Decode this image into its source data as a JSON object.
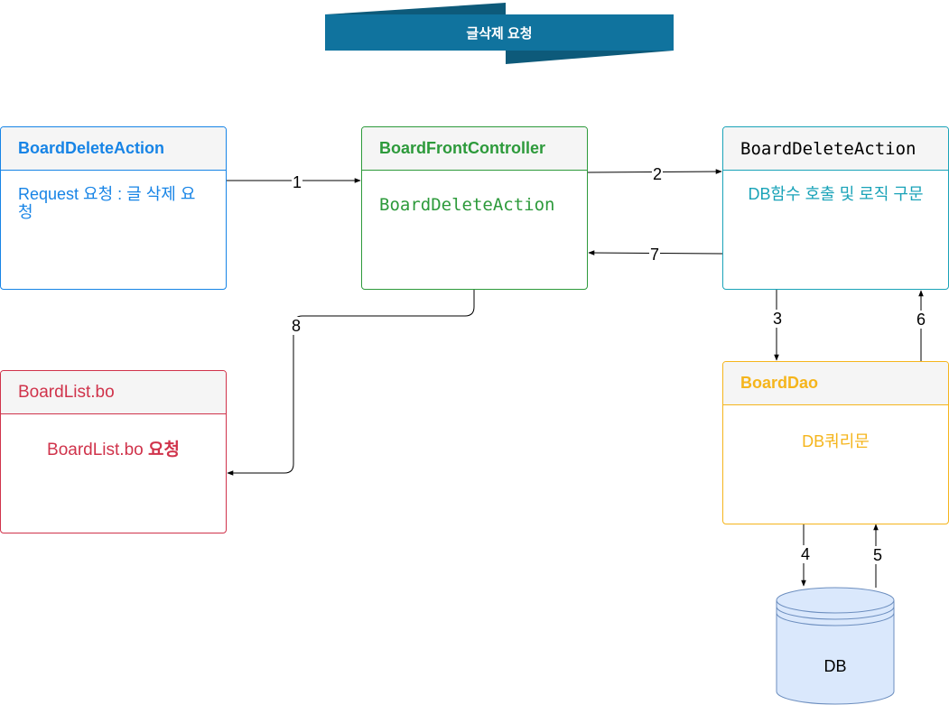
{
  "title": {
    "text": "글삭제 요청",
    "color": "#10739e"
  },
  "nodes": {
    "client": {
      "header": "BoardDeleteAction",
      "body": "Request 요청 : 글 삭제 요청",
      "color": "#1784e6"
    },
    "controller": {
      "header": "BoardFrontController",
      "body": "BoardDeleteAction",
      "color": "#2d9a3b"
    },
    "action": {
      "header": "BoardDeleteAction",
      "body": "DB함수 호출 및 로직 구문",
      "color": "#1aa3b8",
      "header_color": "#000000"
    },
    "list": {
      "header": "BoardList.bo",
      "body_main": "BoardList.bo ",
      "body_bold": "요청",
      "color": "#d0334b"
    },
    "dao": {
      "header": "BoardDao",
      "body": "DB쿼리문",
      "color": "#f5b51c"
    },
    "db": {
      "label": "DB",
      "fill": "#dae8fc",
      "stroke": "#6c8ebf"
    }
  },
  "edges": {
    "e1": "1",
    "e2": "2",
    "e3": "3",
    "e4": "4",
    "e5": "5",
    "e6": "6",
    "e7": "7",
    "e8": "8"
  }
}
